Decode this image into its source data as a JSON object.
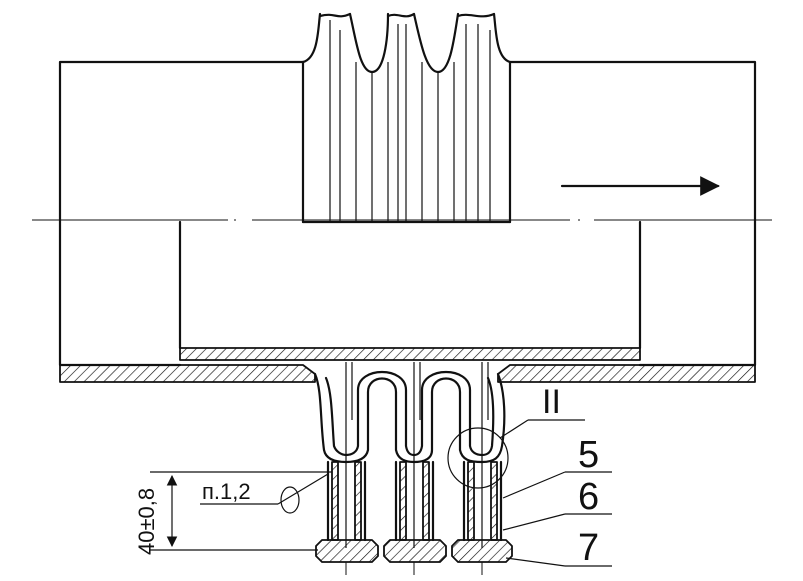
{
  "labels": {
    "callout_ii": "II",
    "callout_5": "5",
    "callout_6": "6",
    "callout_7": "7",
    "note": "п.1,2",
    "dimension": "40±0,8"
  },
  "colors": {
    "line": "#111111",
    "background": "#ffffff"
  }
}
